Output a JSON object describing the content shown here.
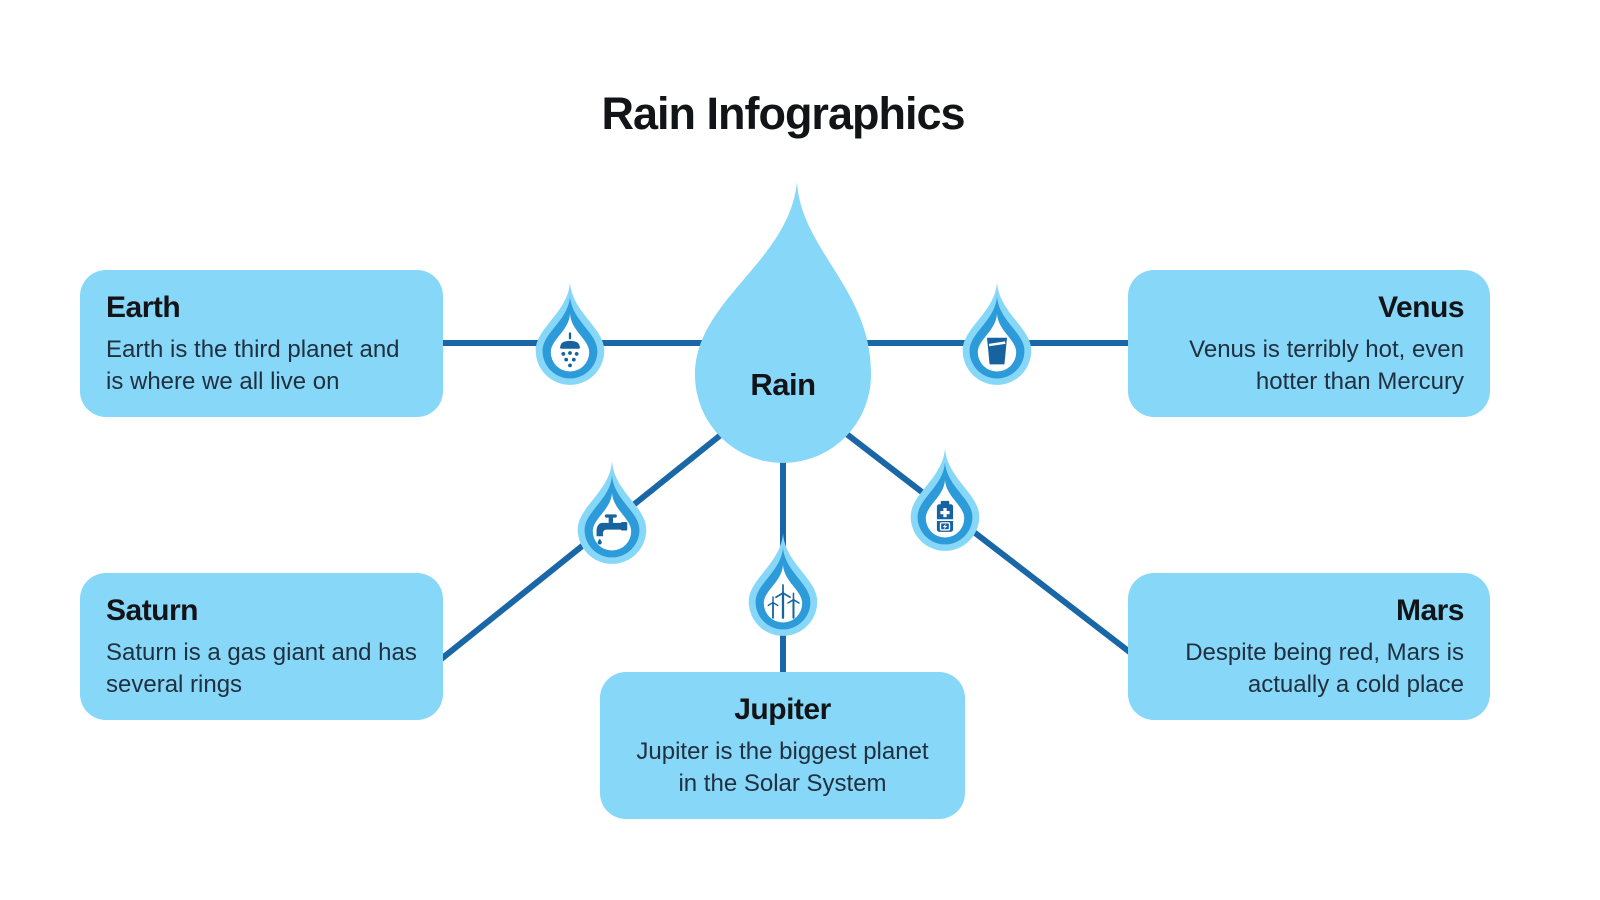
{
  "title": "Rain Infographics",
  "center": {
    "label": "Rain"
  },
  "colors": {
    "light_blue": "#87D7F8",
    "mid_blue": "#2D9BD9",
    "dark_blue": "#1A67A7",
    "icon_blue": "#1763A0",
    "title_color": "#121418",
    "body_color": "#21303F",
    "background": "#FFFFFF"
  },
  "nodes": [
    {
      "id": "earth",
      "title": "Earth",
      "body": "Earth is the third planet and is where we all live on",
      "icon": "shower-icon",
      "align": "left"
    },
    {
      "id": "venus",
      "title": "Venus",
      "body": "Venus is terribly hot, even hotter than Mercury",
      "icon": "water-glass-icon",
      "align": "right"
    },
    {
      "id": "saturn",
      "title": "Saturn",
      "body": "Saturn is a gas giant and has several rings",
      "icon": "faucet-icon",
      "align": "left"
    },
    {
      "id": "jupiter",
      "title": "Jupiter",
      "body": "Jupiter is the biggest planet in the Solar System",
      "icon": "wind-turbine-icon",
      "align": "center"
    },
    {
      "id": "mars",
      "title": "Mars",
      "body": "Despite being red, Mars is actually a cold place",
      "icon": "battery-icon",
      "align": "right"
    }
  ]
}
